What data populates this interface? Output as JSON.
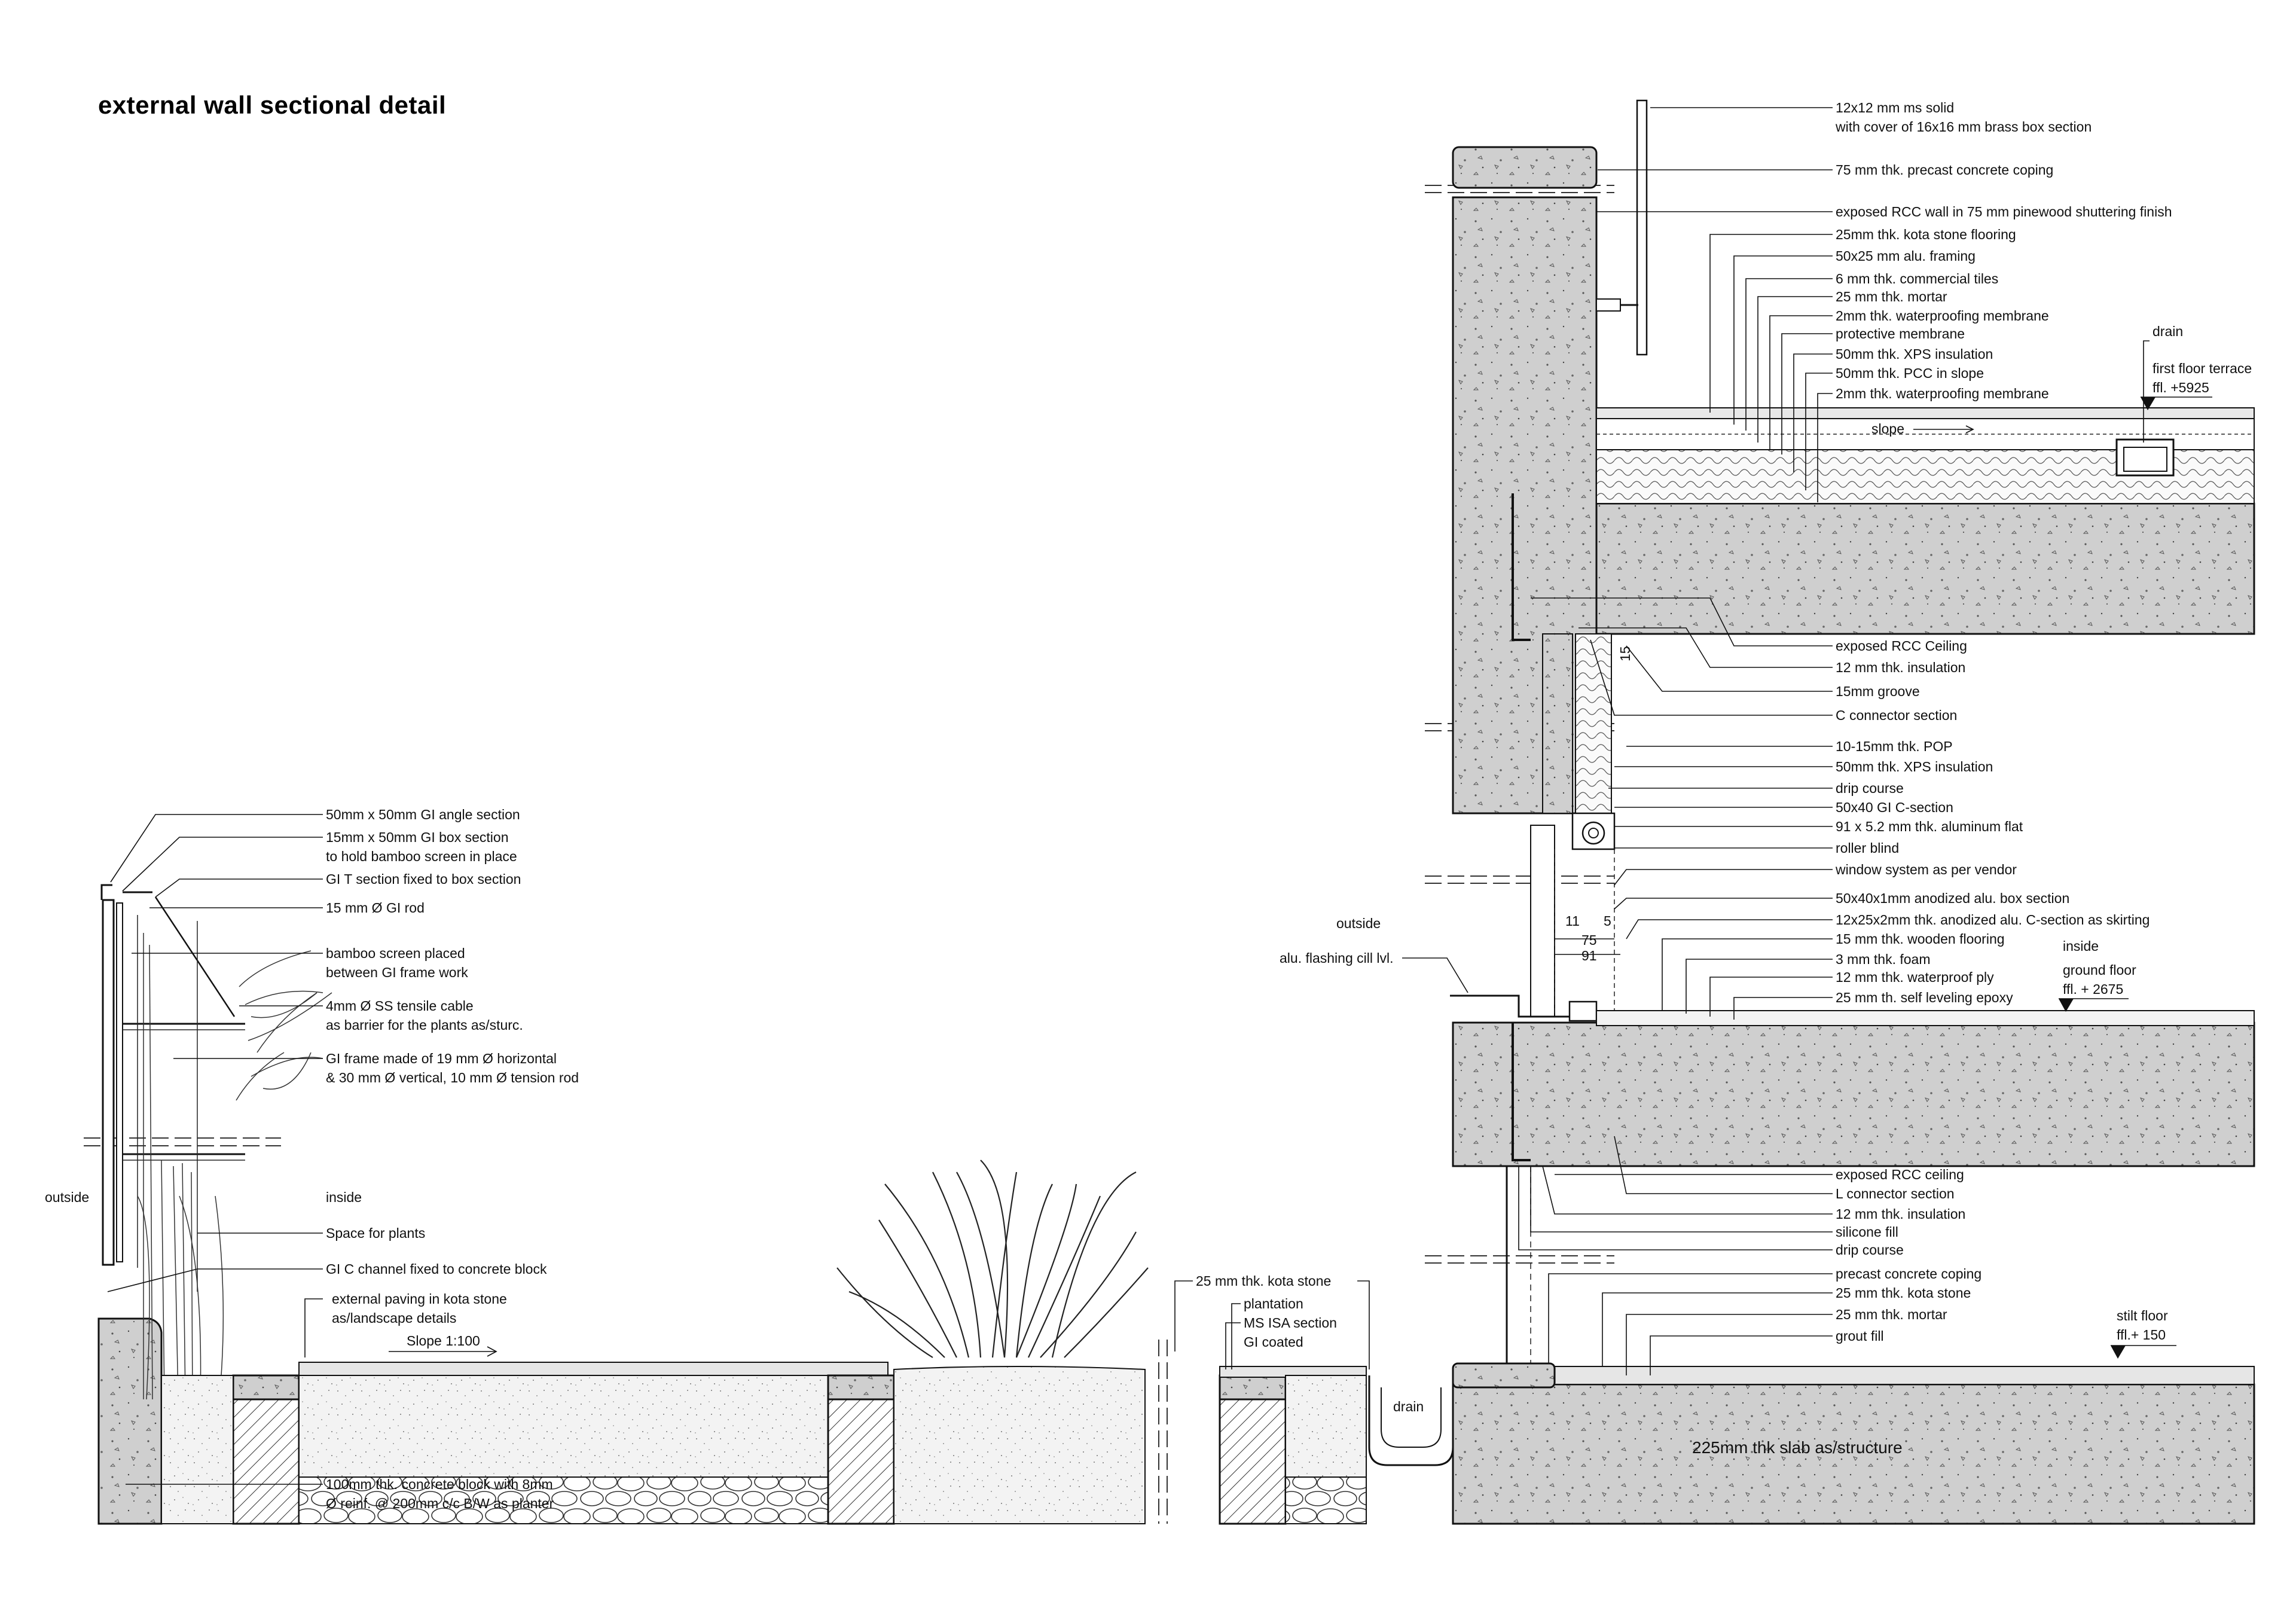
{
  "title": "external wall sectional detail",
  "labels": {
    "upper": [
      "12x12 mm ms solid",
      "with cover of 16x16 mm brass box section",
      "75 mm thk. precast concrete coping",
      "exposed RCC wall in 75 mm pinewood   shuttering finish",
      "25mm thk. kota stone flooring",
      "50x25 mm alu. framing",
      "6 mm thk. commercial tiles",
      "25 mm thk. mortar",
      "2mm thk. waterproofing membrane",
      "protective membrane",
      "50mm thk. XPS insulation",
      "50mm thk. PCC in slope",
      "2mm thk. waterproofing membrane"
    ],
    "ceiling": [
      "exposed RCC Ceiling",
      "12 mm thk. insulation",
      "15mm groove",
      "C connector section"
    ],
    "window": [
      "10-15mm thk. POP",
      "50mm thk. XPS insulation",
      "drip course",
      "50x40 GI C-section",
      "91 x 5.2 mm thk. aluminum flat",
      "roller blind",
      "window system as per vendor"
    ],
    "ground": [
      "50x40x1mm anodized alu. box section",
      "12x25x2mm thk. anodized alu. C-section as skirting",
      "15 mm thk. wooden flooring",
      "3 mm thk. foam",
      "12 mm thk. waterproof ply",
      "25 mm th. self leveling epoxy"
    ],
    "lower": [
      "exposed RCC ceiling",
      "L connector section",
      "12 mm thk. insulation",
      "silicone fill",
      "drip course",
      "precast concrete coping",
      "25 mm thk. kota stone",
      "25 mm thk. mortar",
      "grout fill"
    ],
    "screen": [
      "50mm x 50mm GI angle section",
      "15mm x 50mm GI box section",
      "to hold bamboo screen in place",
      "GI T section fixed to box section",
      "15 mm Ø GI rod",
      "bamboo screen placed",
      "between GI frame work",
      "4mm Ø SS tensile cable",
      "as barrier for the plants as/sturc.",
      "GI frame made of 19 mm Ø horizontal",
      "& 30 mm Ø vertical, 10 mm Ø tension rod",
      "Space for plants",
      "GI C channel fixed to concrete block",
      "external paving in kota stone",
      "as/landscape details",
      "100mm thk. concrete block with 8mm",
      "Ø reinf. @ 200mm c/c B/W as planter"
    ],
    "misc": {
      "outside_left": "outside",
      "inside_left": "inside",
      "outside_right": "outside",
      "alu_flashing": "alu. flashing cill lvl.",
      "slope_terrace": "slope",
      "slope_paving": "Slope 1:100",
      "drain_top": "drain",
      "drain_bottom": "drain",
      "inside_right": "inside",
      "kota_top": "25 mm thk. kota stone",
      "plantation": "plantation",
      "ms_isa": "MS ISA section",
      "gi_coated": "GI coated",
      "slab": "225mm thk slab as/structure"
    },
    "levels": {
      "first_floor": "first floor terrace",
      "first_floor_level": "ffl. +5925",
      "ground_floor": "ground floor",
      "ground_floor_level": "ffl. + 2675",
      "stilt_floor": "stilt floor",
      "stilt_floor_level": "ffl.+ 150"
    },
    "dims": {
      "d15": "15",
      "d11": "11",
      "d5": "5",
      "d75": "75",
      "d91": "91"
    }
  }
}
